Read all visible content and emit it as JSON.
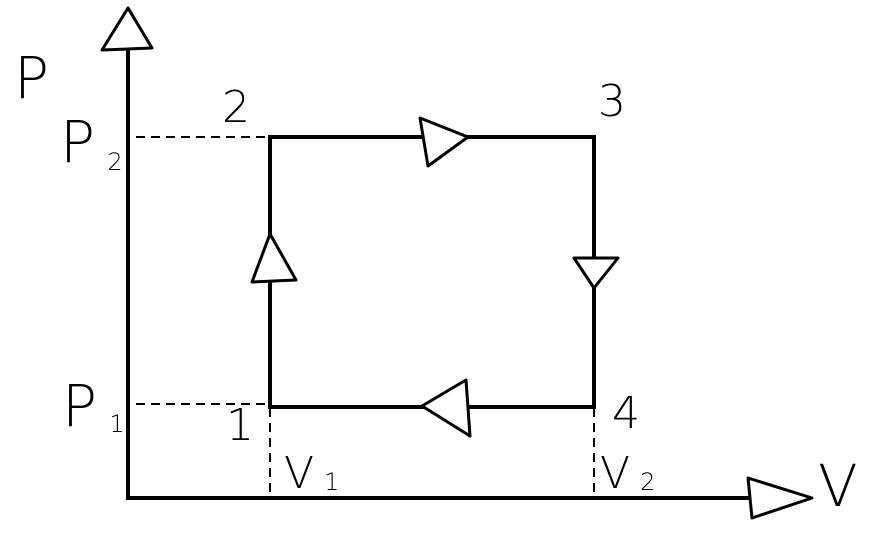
{
  "axes": {
    "y_label": "P",
    "x_label": "V"
  },
  "pressure_labels": {
    "p2": {
      "main": "P",
      "sub": "2"
    },
    "p1": {
      "main": "P",
      "sub": "1"
    }
  },
  "volume_labels": {
    "v1": {
      "main": "V",
      "sub": "1"
    },
    "v2": {
      "main": "V",
      "sub": "2"
    }
  },
  "states": [
    {
      "id": "1",
      "label": "1"
    },
    {
      "id": "2",
      "label": "2"
    },
    {
      "id": "3",
      "label": "3"
    },
    {
      "id": "4",
      "label": "4"
    }
  ],
  "process_order": [
    "1",
    "2",
    "3",
    "4",
    "1"
  ],
  "colors": {
    "line": "#000000",
    "background": "#ffffff"
  }
}
